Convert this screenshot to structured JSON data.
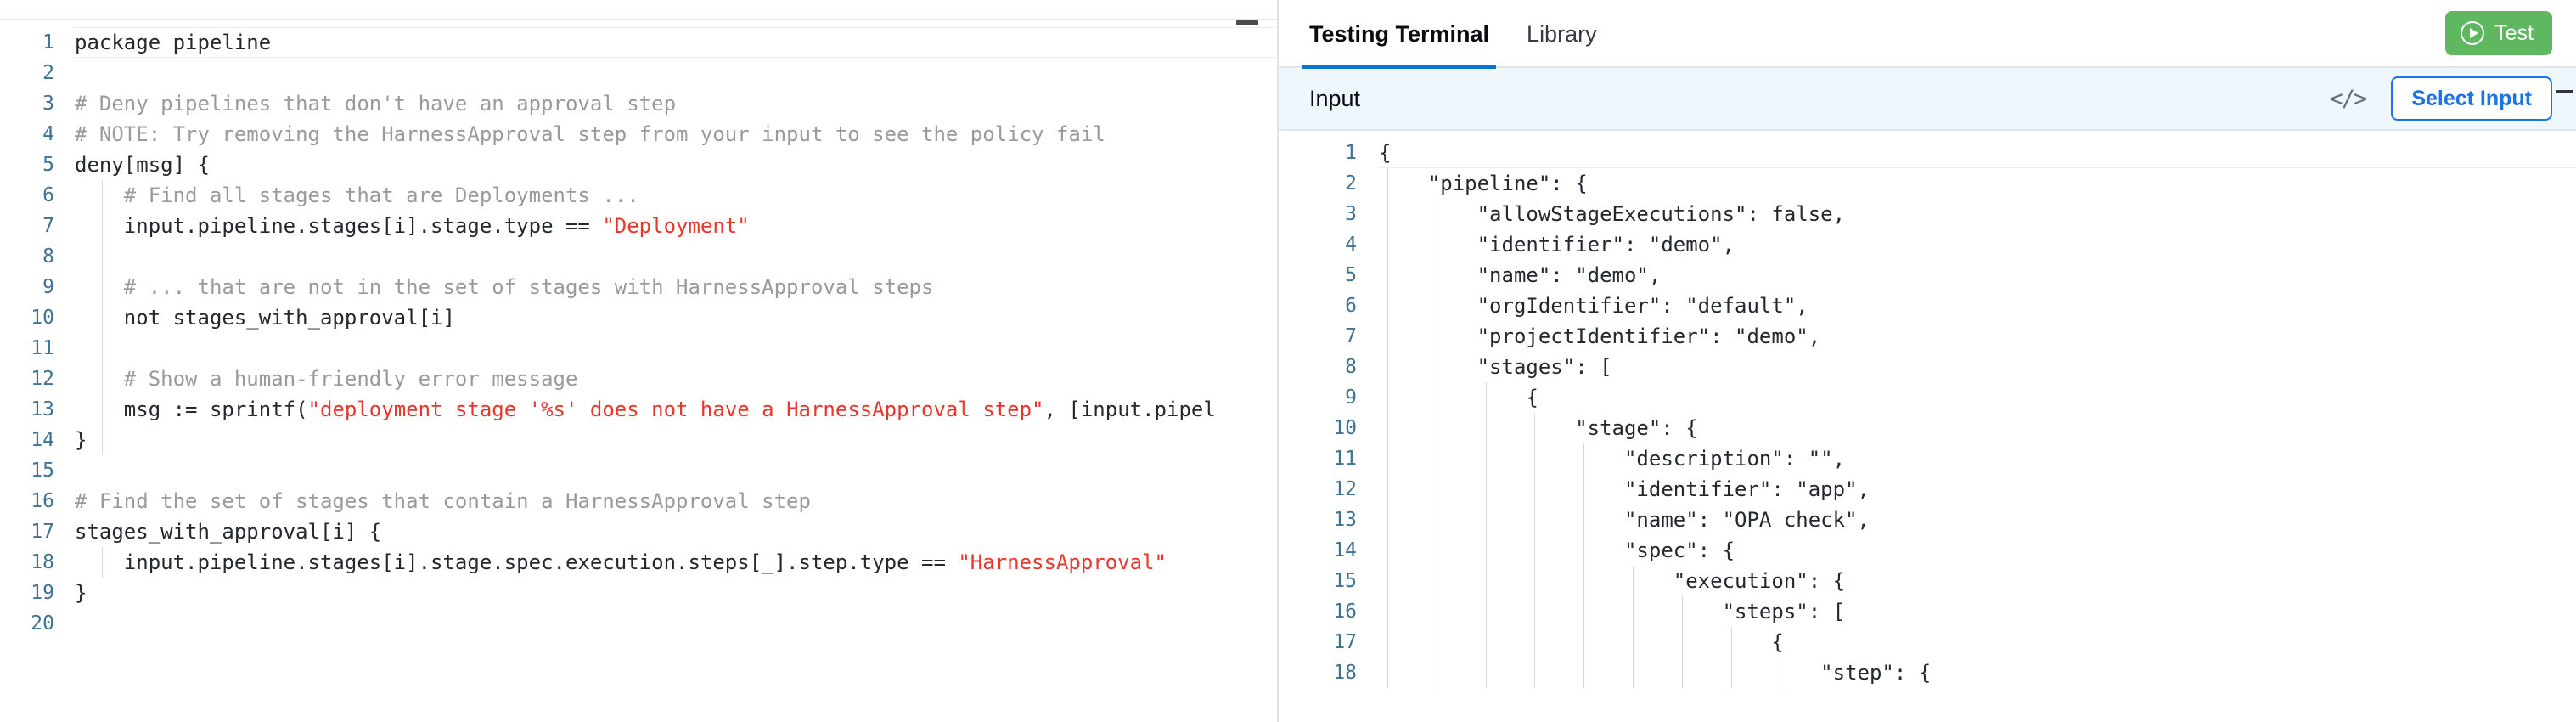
{
  "policy_editor": {
    "name": "rego-policy-editor",
    "language": "rego",
    "total_lines": 20,
    "active_line": 1,
    "colors": {
      "line_number": "#3f7394",
      "comment": "#9a9a9a",
      "string": "#e8362b",
      "text": "#24292f"
    },
    "lines": [
      {
        "n": "1",
        "tokens": [
          {
            "t": "package pipeline",
            "c": "kw"
          }
        ]
      },
      {
        "n": "2",
        "tokens": []
      },
      {
        "n": "3",
        "tokens": [
          {
            "t": "# Deny pipelines that don't have an approval step",
            "c": "cm"
          }
        ]
      },
      {
        "n": "4",
        "tokens": [
          {
            "t": "# NOTE: Try removing the HarnessApproval step from your input to see the policy fail",
            "c": "cm"
          }
        ]
      },
      {
        "n": "5",
        "tokens": [
          {
            "t": "deny[msg] {",
            "c": "kw"
          }
        ]
      },
      {
        "n": "6",
        "tokens": [
          {
            "t": "    # Find all stages that are Deployments ...",
            "c": "cm"
          }
        ]
      },
      {
        "n": "7",
        "tokens": [
          {
            "t": "    input.pipeline.stages[i].stage.type == ",
            "c": "kw"
          },
          {
            "t": "\"Deployment\"",
            "c": "str"
          }
        ]
      },
      {
        "n": "8",
        "tokens": []
      },
      {
        "n": "9",
        "tokens": [
          {
            "t": "    # ... that are not in the set of stages with HarnessApproval steps",
            "c": "cm"
          }
        ]
      },
      {
        "n": "10",
        "tokens": [
          {
            "t": "    not stages_with_approval[i]",
            "c": "kw"
          }
        ]
      },
      {
        "n": "11",
        "tokens": []
      },
      {
        "n": "12",
        "tokens": [
          {
            "t": "    # Show a human-friendly error message",
            "c": "cm"
          }
        ]
      },
      {
        "n": "13",
        "tokens": [
          {
            "t": "    msg := sprintf(",
            "c": "kw"
          },
          {
            "t": "\"deployment stage '%s' does not have a HarnessApproval step\"",
            "c": "str"
          },
          {
            "t": ", [input.pipel",
            "c": "kw"
          }
        ]
      },
      {
        "n": "14",
        "tokens": [
          {
            "t": "}",
            "c": "kw"
          }
        ]
      },
      {
        "n": "15",
        "tokens": []
      },
      {
        "n": "16",
        "tokens": [
          {
            "t": "# Find the set of stages that contain a HarnessApproval step",
            "c": "cm"
          }
        ]
      },
      {
        "n": "17",
        "tokens": [
          {
            "t": "stages_with_approval[i] {",
            "c": "kw"
          }
        ]
      },
      {
        "n": "18",
        "tokens": [
          {
            "t": "    input.pipeline.stages[i].stage.spec.execution.steps[_].step.type == ",
            "c": "kw"
          },
          {
            "t": "\"HarnessApproval\"",
            "c": "str"
          }
        ]
      },
      {
        "n": "19",
        "tokens": [
          {
            "t": "}",
            "c": "kw"
          }
        ]
      },
      {
        "n": "20",
        "tokens": []
      }
    ]
  },
  "right_panel": {
    "tabs": [
      {
        "label": "Testing Terminal",
        "active": true
      },
      {
        "label": "Library",
        "active": false
      }
    ],
    "test_button": {
      "label": "Test",
      "icon": "play-circle-icon",
      "color": "#5fb860"
    },
    "input_bar": {
      "title": "Input",
      "code_icon": "</>",
      "select_input_label": "Select Input",
      "accent_color": "#1d72e8",
      "background": "#eff7fd"
    },
    "json_editor": {
      "name": "input-json-editor",
      "total_lines": 18,
      "active_line": 1,
      "lines": [
        {
          "n": "1",
          "t": "{",
          "depth": 0
        },
        {
          "n": "2",
          "t": "    \"pipeline\": {",
          "depth": 1
        },
        {
          "n": "3",
          "t": "        \"allowStageExecutions\": false,",
          "depth": 2
        },
        {
          "n": "4",
          "t": "        \"identifier\": \"demo\",",
          "depth": 2
        },
        {
          "n": "5",
          "t": "        \"name\": \"demo\",",
          "depth": 2
        },
        {
          "n": "6",
          "t": "        \"orgIdentifier\": \"default\",",
          "depth": 2
        },
        {
          "n": "7",
          "t": "        \"projectIdentifier\": \"demo\",",
          "depth": 2
        },
        {
          "n": "8",
          "t": "        \"stages\": [",
          "depth": 2
        },
        {
          "n": "9",
          "t": "            {",
          "depth": 3
        },
        {
          "n": "10",
          "t": "                \"stage\": {",
          "depth": 4
        },
        {
          "n": "11",
          "t": "                    \"description\": \"\",",
          "depth": 5
        },
        {
          "n": "12",
          "t": "                    \"identifier\": \"app\",",
          "depth": 5
        },
        {
          "n": "13",
          "t": "                    \"name\": \"OPA check\",",
          "depth": 5
        },
        {
          "n": "14",
          "t": "                    \"spec\": {",
          "depth": 5
        },
        {
          "n": "15",
          "t": "                        \"execution\": {",
          "depth": 6
        },
        {
          "n": "16",
          "t": "                            \"steps\": [",
          "depth": 7
        },
        {
          "n": "17",
          "t": "                                {",
          "depth": 8
        },
        {
          "n": "18",
          "t": "                                    \"step\": {",
          "depth": 9
        }
      ]
    }
  }
}
